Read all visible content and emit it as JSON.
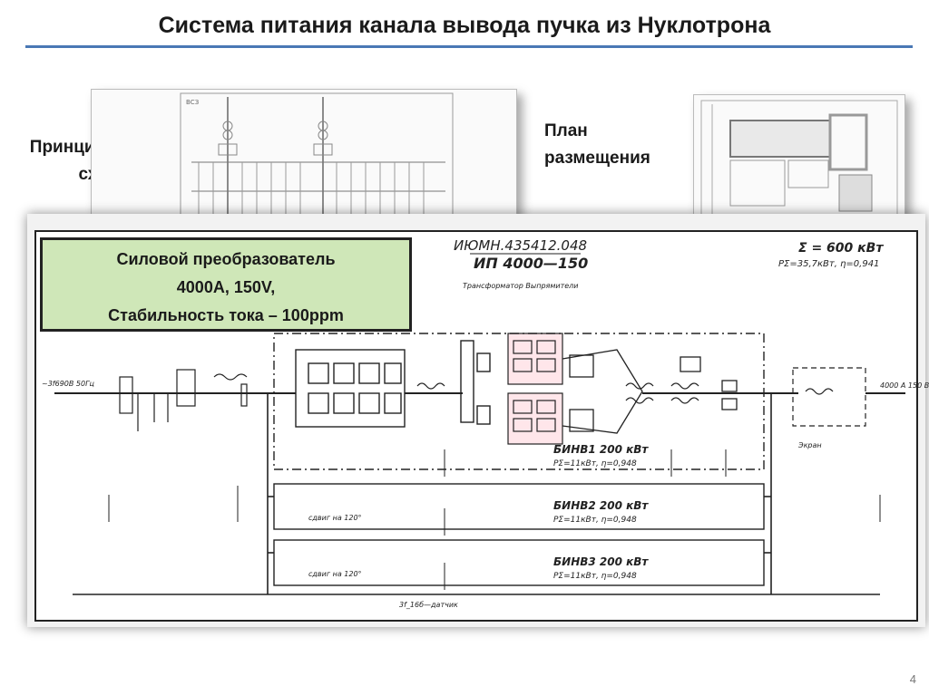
{
  "slide": {
    "title": "Система питания канала вывода пучка из Нуклотрона",
    "label_schematic": "Принципиальная схема",
    "label_schematic_l1": "Принципиальная",
    "label_schematic_l2": "схема",
    "label_plan_l1": "План",
    "label_plan_l2": "размещения",
    "page_number": "4"
  },
  "converter_box": {
    "line1": "Силовой преобразователь",
    "line2": "4000А, 150V,",
    "line3": "Стабильность тока – 100ppm"
  },
  "schematic": {
    "doc_number": "ИЮМН.435412.048",
    "doc_name": "ИП 4000—150",
    "total_power": "Σ = 600 кВт",
    "total_loss": "PΣ=35,7кВт,  η=0,941",
    "bin1": "БИНВ1  200  кВт",
    "bin1_loss": "PΣ=11кВт,  η=0,948",
    "bin2": "БИНВ2  200  кВт",
    "bin2_loss": "PΣ=11кВт,  η=0,948",
    "bin3": "БИНВ3  200  кВт",
    "bin3_loss": "PΣ=11кВт,  η=0,948",
    "output": "4000 А 150 В",
    "input": "~3f690В 50Гц",
    "sensor": "3f_16б—датчик",
    "transformer_label": "Трансформатор Выпрямители",
    "screen": "Экран",
    "shift_120": "сдвиг на 120°"
  }
}
